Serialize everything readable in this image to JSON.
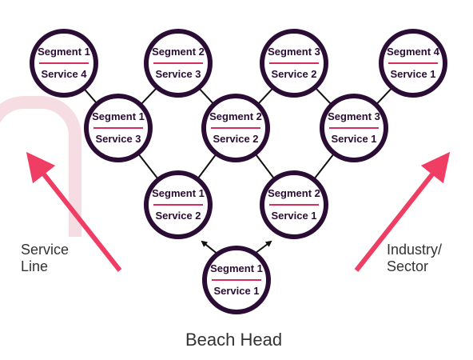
{
  "nodes": [
    {
      "id": "n1",
      "segment": "Segment 1",
      "service": "Service 4"
    },
    {
      "id": "n2",
      "segment": "Segment 2",
      "service": "Service 3"
    },
    {
      "id": "n3",
      "segment": "Segment 3",
      "service": "Service 2"
    },
    {
      "id": "n4",
      "segment": "Segment 4",
      "service": "Service 1"
    },
    {
      "id": "n5",
      "segment": "Segment 1",
      "service": "Service 3"
    },
    {
      "id": "n6",
      "segment": "Segment 2",
      "service": "Service 2"
    },
    {
      "id": "n7",
      "segment": "Segment 3",
      "service": "Service 1"
    },
    {
      "id": "n8",
      "segment": "Segment 1",
      "service": "Service 2"
    },
    {
      "id": "n9",
      "segment": "Segment 2",
      "service": "Service 1"
    },
    {
      "id": "n10",
      "segment": "Segment 1",
      "service": "Service 1"
    }
  ],
  "labels": {
    "left": "Service\nLine",
    "right": "Industry/\nSector",
    "bottom": "Beach Head"
  },
  "colors": {
    "node_border": "#2a0c35",
    "divider": "#d62e5a",
    "arrow": "#ef3d64"
  }
}
